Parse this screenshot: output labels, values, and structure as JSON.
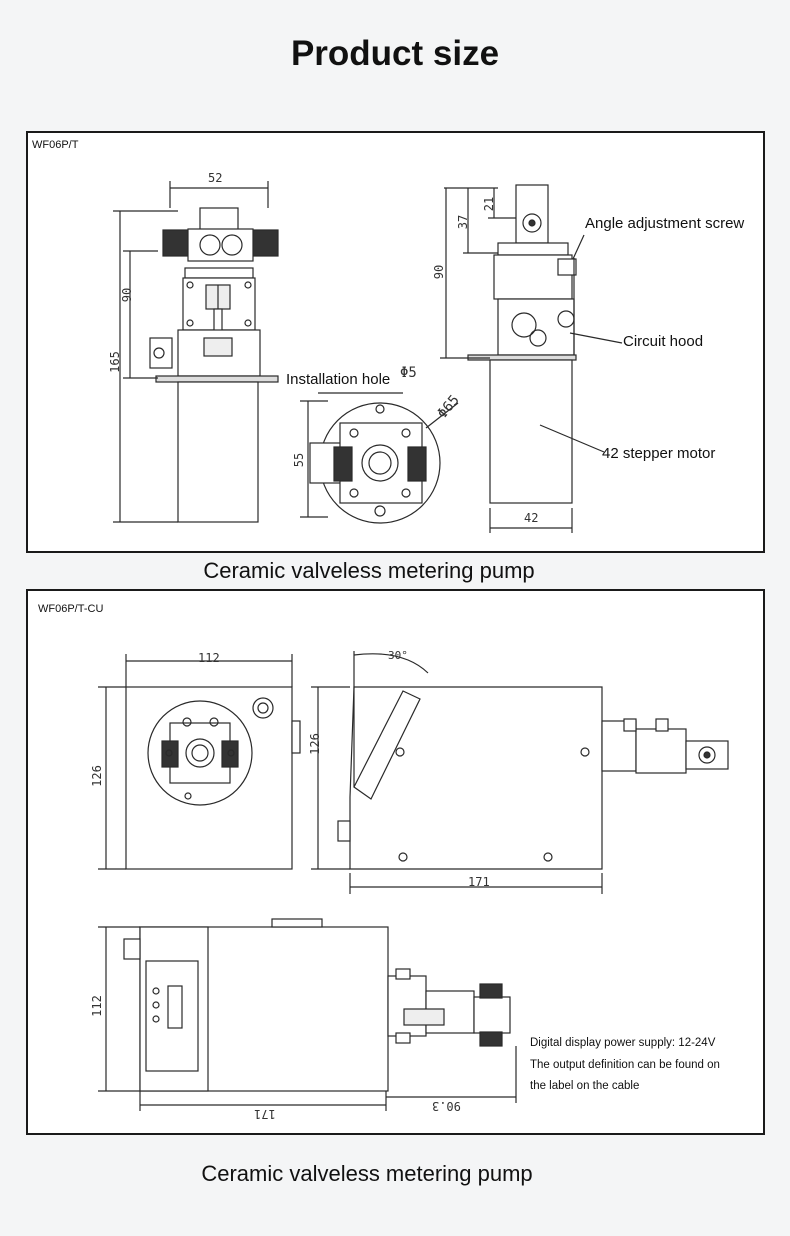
{
  "page": {
    "title": "Product size"
  },
  "panel1": {
    "model": "WF06P/T",
    "caption": "Ceramic valveless metering pump",
    "callouts": {
      "angle_screw": "Angle adjustment screw",
      "circuit_hood": "Circuit hood",
      "installation_hole": "Installation hole",
      "stepper_motor": "42 stepper motor"
    },
    "dimensions": {
      "front_width": "52",
      "front_height_top": "90",
      "front_height_total": "165",
      "hole_dia": "Φ5",
      "flange_dia": "Φ65",
      "flange_height": "55",
      "side_height_top": "37",
      "side_height_cap": "21",
      "side_height": "90",
      "motor_width": "42"
    }
  },
  "panel2": {
    "model": "WF06P/T-CU",
    "caption": "Ceramic valveless metering pump",
    "notes": {
      "line1": "Digital display power supply: 12-24V",
      "line2": "The output definition can be found on",
      "line3": "the label on the cable"
    },
    "dimensions": {
      "front_width": "112",
      "front_height": "126",
      "angle": "30°",
      "side_height": "126",
      "side_length": "171",
      "top_height": "112",
      "top_length": "171",
      "pump_length": "90.3"
    }
  },
  "colors": {
    "line": "#2a2a2a",
    "background": "#f4f5f6",
    "panel": "#ffffff"
  }
}
